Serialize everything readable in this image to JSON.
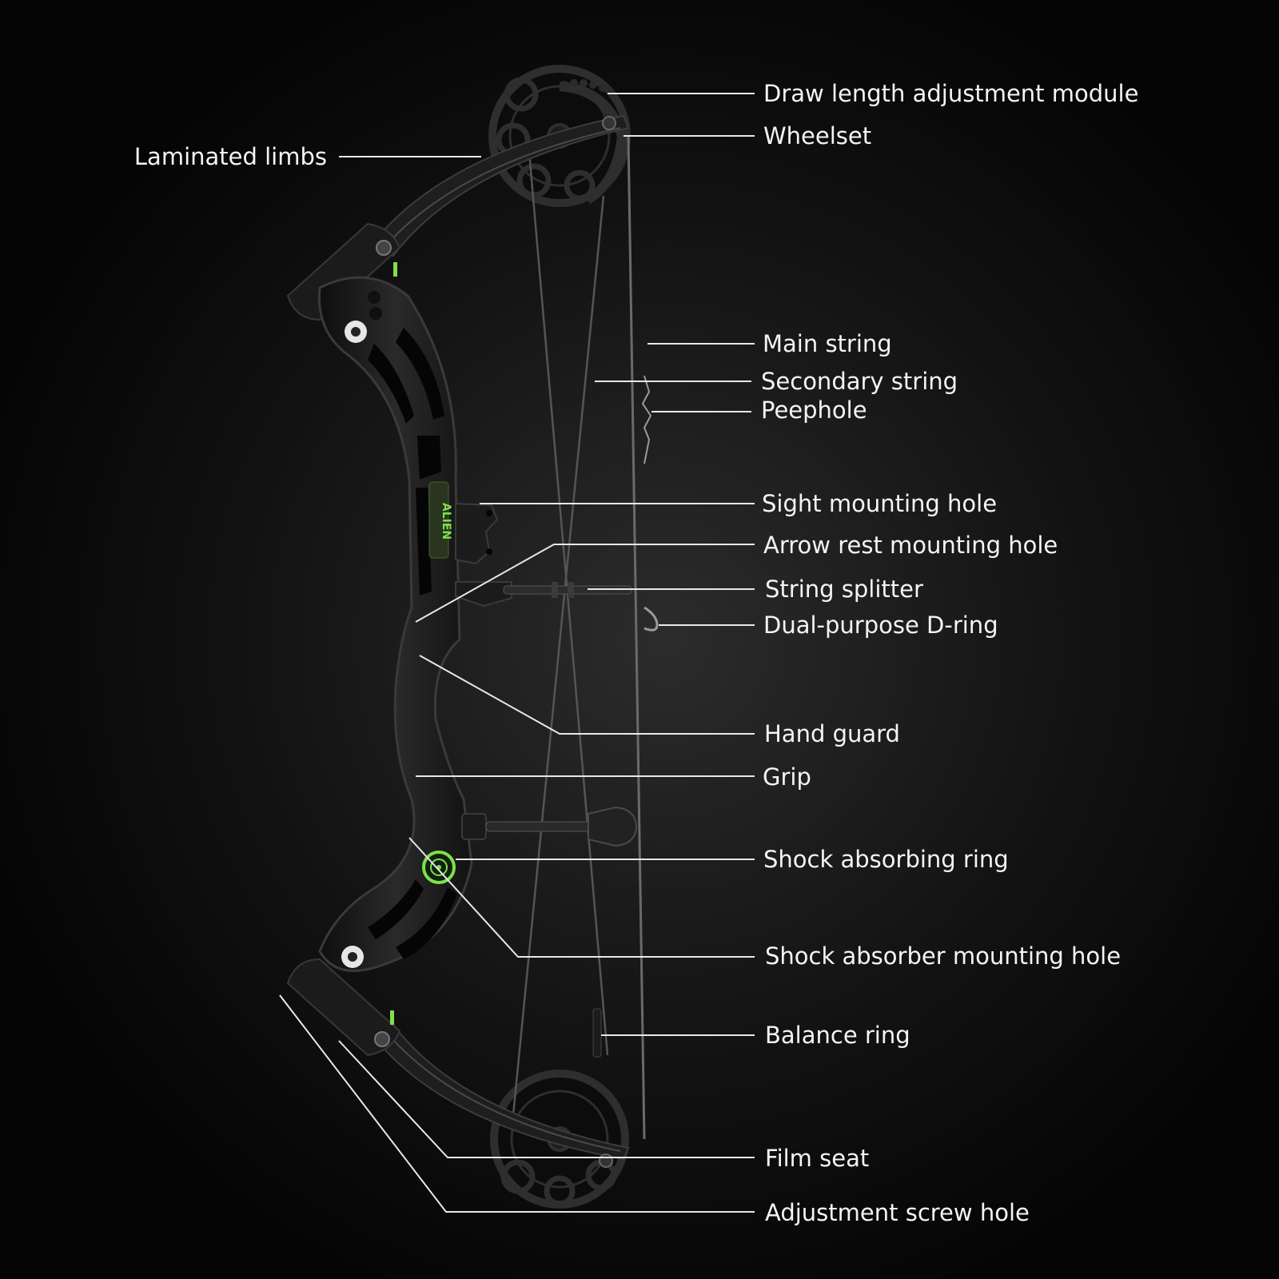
{
  "labels": {
    "draw_length_module": "Draw length adjustment module",
    "wheelset": "Wheelset",
    "laminated_limbs": "Laminated limbs",
    "main_string": "Main string",
    "secondary_string": "Secondary string",
    "peephole": "Peephole",
    "sight_mounting_hole": "Sight mounting hole",
    "arrow_rest_mounting_hole": "Arrow rest mounting hole",
    "string_splitter": "String splitter",
    "d_ring": "Dual-purpose D-ring",
    "hand_guard": "Hand guard",
    "grip": "Grip",
    "shock_absorbing_ring": "Shock absorbing ring",
    "shock_absorber_mounting_hole": "Shock absorber mounting hole",
    "balance_ring": "Balance ring",
    "film_seat": "Film seat",
    "adjustment_screw_hole": "Adjustment screw hole",
    "riser_brand": "ALIEN"
  },
  "colors": {
    "background": "#070707",
    "bow_body": "#1a1a1a",
    "bow_edge": "#3a3a3a",
    "accent_green": "#7fe04a",
    "label_text": "#f4f4f4",
    "leader_line": "#e8e8e8"
  }
}
